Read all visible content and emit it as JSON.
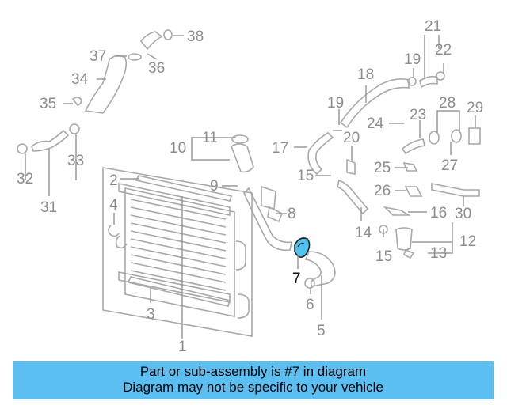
{
  "diagram": {
    "highlight_color": "#4fc2ee",
    "labels": {
      "p1": "1",
      "p2": "2",
      "p3": "3",
      "p4": "4",
      "p5": "5",
      "p6": "6",
      "p7": "7",
      "p8": "8",
      "p9": "9",
      "p10": "10",
      "p11": "11",
      "p12": "12",
      "p13": "13",
      "p14": "14",
      "p15a": "15",
      "p15b": "15",
      "p16": "16",
      "p17": "17",
      "p18": "18",
      "p19a": "19",
      "p19b": "19",
      "p20": "20",
      "p21": "21",
      "p22": "22",
      "p23": "23",
      "p24": "24",
      "p25": "25",
      "p26": "26",
      "p27": "27",
      "p28": "28",
      "p29": "29",
      "p30": "30",
      "p31": "31",
      "p32": "32",
      "p33": "33",
      "p34": "34",
      "p35": "35",
      "p36": "36",
      "p37": "37",
      "p38": "38"
    }
  },
  "banner": {
    "line1": "Part or sub-assembly is #7 in diagram",
    "line2": "Diagram may not be specific to your vehicle",
    "color": "#5bc0f1"
  }
}
